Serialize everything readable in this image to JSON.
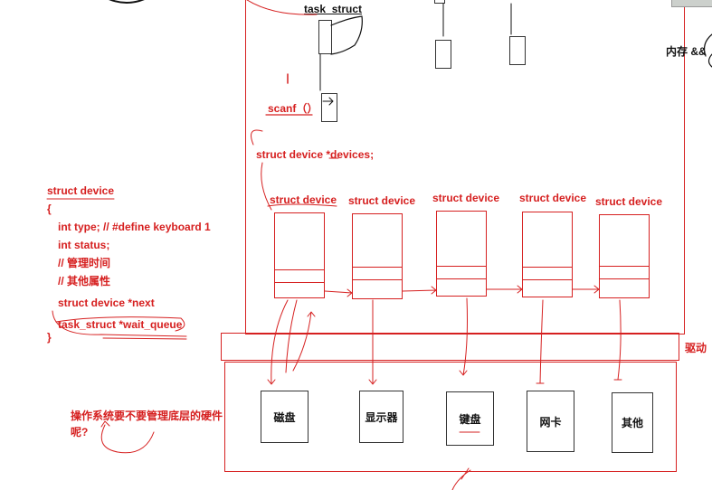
{
  "kernel": {
    "task_struct_label": "task_struct",
    "scanf_label": "scanf（）",
    "devices_decl": "struct device *devices;",
    "memory_note": "内存 &&",
    "driver_label": "驱动"
  },
  "devices": [
    {
      "label": "struct device"
    },
    {
      "label": "struct device"
    },
    {
      "label": "struct device"
    },
    {
      "label": "struct device"
    },
    {
      "label": "struct device"
    }
  ],
  "hardware": [
    {
      "label": "磁盘"
    },
    {
      "label": "显示器"
    },
    {
      "label": "键盘"
    },
    {
      "label": "网卡"
    },
    {
      "label": "其他"
    }
  ],
  "code": {
    "lines": [
      "struct device",
      "{",
      "int type; // #define keyboard 1",
      "int status;",
      "// 管理时间",
      "// 其他属性",
      "struct device *next",
      "task_struct *wait_queue",
      "}"
    ]
  },
  "question": {
    "line1": "操作系统要不要管理底层的硬件",
    "line2": "呢?"
  },
  "colors": {
    "ink_red": "#d62020",
    "ink_black": "#111111"
  }
}
